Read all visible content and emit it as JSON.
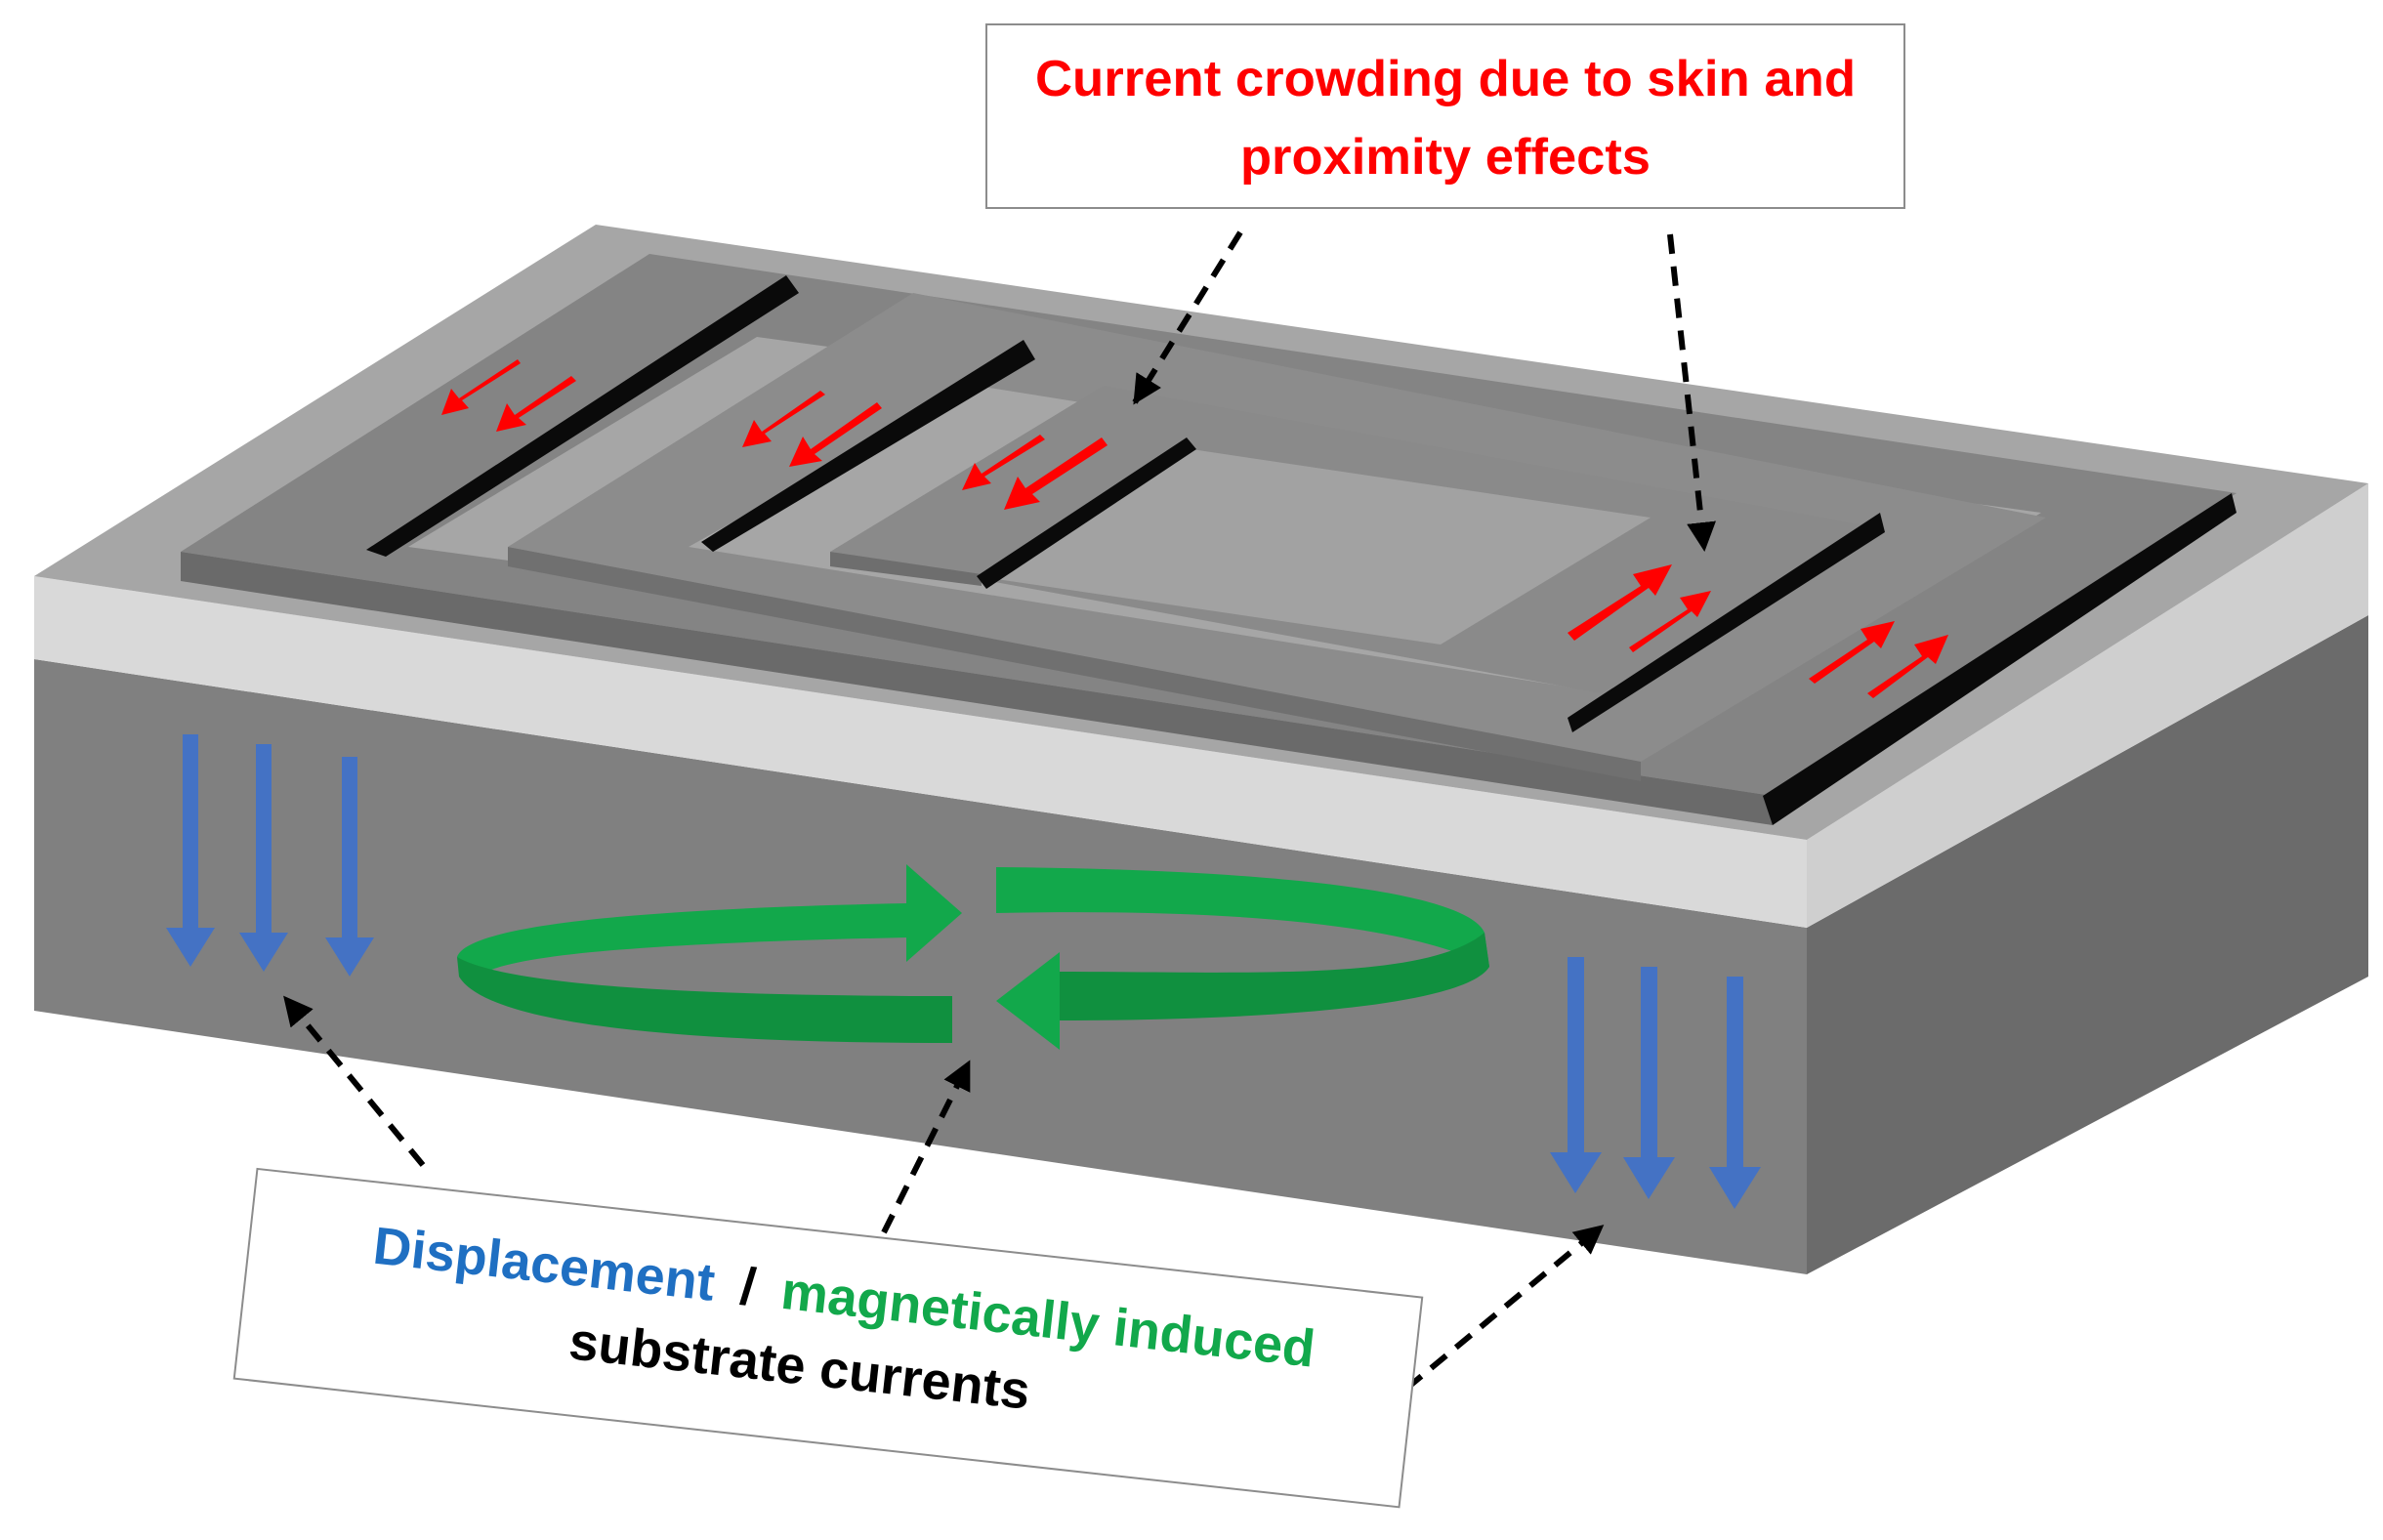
{
  "top_callout": {
    "line1": "Current crowding due to skin and",
    "line2": "proximity effects"
  },
  "bottom_callout": {
    "displacement": "Displacement",
    "separator": "/",
    "magnetic": "magnetically induced",
    "line2": "substrate currents"
  },
  "colors": {
    "crowding_text": "#ff0000",
    "displacement_text": "#1f6fc2",
    "magnetic_text": "#12a84b",
    "current_arrow": "#ff0000",
    "displacement_arrow": "#4472c4",
    "eddy_loop": "#16a34a",
    "conductor_edge": "#0a0a0a",
    "substrate_front": "#808080",
    "substrate_top": "#a6a6a6",
    "oxide_layer": "#d9d9d9"
  },
  "icons": {
    "current_arrows": "red-double-arrow",
    "displacement_arrows": "blue-down-arrow",
    "eddy_current": "green-circular-arrow",
    "pointers": "dashed-black-arrow"
  }
}
